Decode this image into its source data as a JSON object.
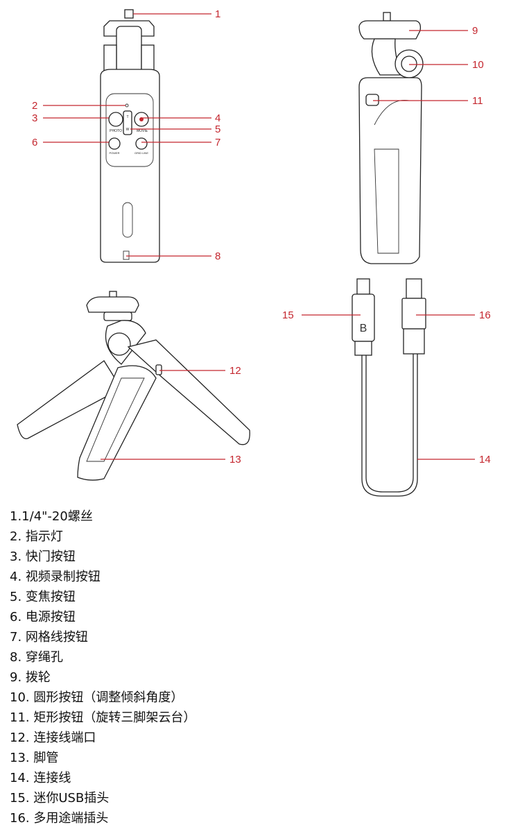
{
  "remote_labels": {
    "photo": "PHOTO",
    "movie": "MOVIE",
    "tele": "T",
    "wide": "W",
    "power": "POWER",
    "grid": "GRID LINE"
  },
  "callouts": [
    "1",
    "2",
    "3",
    "4",
    "5",
    "6",
    "7",
    "8",
    "9",
    "10",
    "11",
    "12",
    "13",
    "14",
    "15",
    "16"
  ],
  "legend": [
    "1.1/4\"-20螺丝",
    "2. 指示灯",
    "3. 快门按钮",
    "4. 视频录制按钮",
    "5. 变焦按钮",
    "6. 电源按钮",
    "7. 网格线按钮",
    "8. 穿绳孔",
    "9. 拨轮",
    "10. 圆形按钮（调整倾斜角度）",
    "11. 矩形按钮（旋转三脚架云台）",
    "12. 连接线端口",
    "13. 脚管",
    "14. 连接线",
    "15. 迷你USB插头",
    "16. 多用途端插头"
  ],
  "colors": {
    "callout": "#c4262e",
    "outline": "#222222"
  }
}
